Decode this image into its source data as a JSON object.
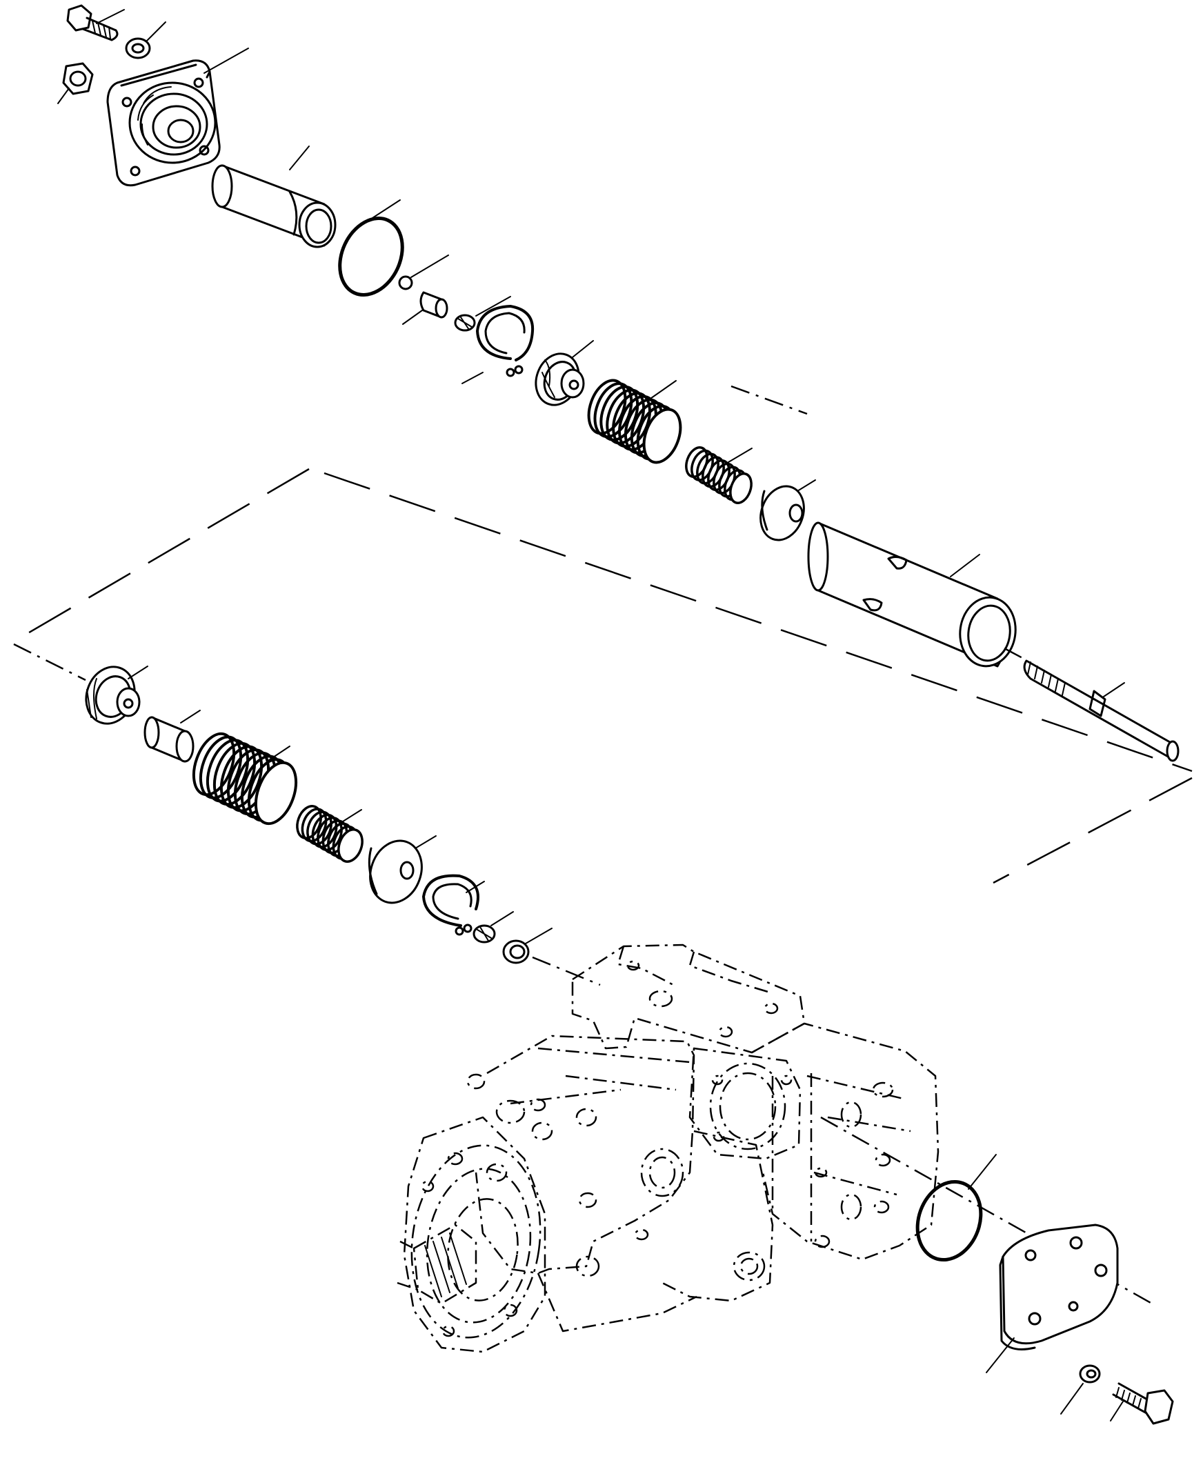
{
  "figure": {
    "type": "exploded-parts-diagram",
    "parts": [
      {
        "name": "bolt",
        "icon": "bolt-icon"
      },
      {
        "name": "washer",
        "icon": "washer-icon"
      },
      {
        "name": "nut",
        "icon": "nut-icon"
      },
      {
        "name": "cover",
        "icon": "cover-icon"
      },
      {
        "name": "sleeve",
        "icon": "sleeve-icon"
      },
      {
        "name": "o-ring",
        "icon": "o-ring-icon"
      },
      {
        "name": "ball",
        "icon": "ball-icon"
      },
      {
        "name": "plug",
        "icon": "plug-icon"
      },
      {
        "name": "retaining-ring",
        "icon": "retaining-ring-icon"
      },
      {
        "name": "spring-seat",
        "icon": "spring-seat-icon"
      },
      {
        "name": "outer-spring",
        "icon": "spring-icon"
      },
      {
        "name": "inner-spring",
        "icon": "spring-icon"
      },
      {
        "name": "spring-seat-washer",
        "icon": "seat-icon"
      },
      {
        "name": "piston-sleeve",
        "icon": "sleeve-icon"
      },
      {
        "name": "rod",
        "icon": "rod-icon"
      },
      {
        "name": "pump-body",
        "icon": "pump-icon"
      },
      {
        "name": "end-cover",
        "icon": "cover-icon"
      }
    ],
    "line_color": "#000000",
    "background": "#ffffff"
  }
}
